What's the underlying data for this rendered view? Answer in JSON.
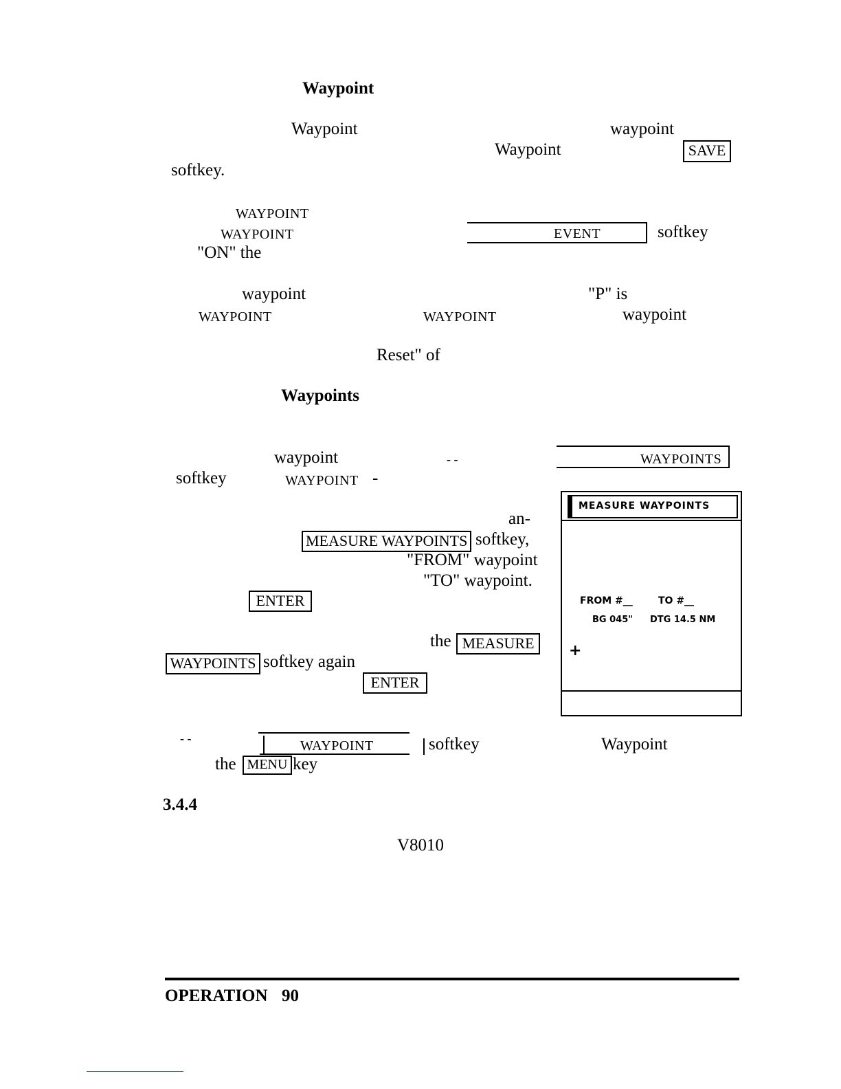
{
  "section_waypoint_heading": "Waypoint",
  "para1": {
    "word1": "Waypoint",
    "word2": "waypoint",
    "word3": "Waypoint",
    "save_key": "SAVE",
    "softkey": "softkey."
  },
  "para2": {
    "line1_waypoint": "WAYPOINT",
    "line2_waypoint": "WAYPOINT",
    "event_key": "EVENT",
    "softkey": "softkey",
    "on_the": "\"ON\" the"
  },
  "para3": {
    "waypoint": "waypoint",
    "p_is": "\"P\" is",
    "waypoint_sc1": "WAYPOINT",
    "waypoint_sc2": "WAYPOINT",
    "waypoint2": "waypoint"
  },
  "reset_of": "Reset\" of",
  "section_waypoints_heading": "Waypoints",
  "measure": {
    "waypoint": "waypoint",
    "dashes": "- -",
    "waypoints_key": "WAYPOINTS",
    "softkey": "softkey",
    "waypoint_sc": "WAYPOINT",
    "dash": "-",
    "an": "an-",
    "measure_waypoints_key": "MEASURE WAYPOINTS",
    "softkey_comma": "softkey,",
    "from_waypoint": "\"FROM\" waypoint",
    "to_waypoint": "\"TO\" waypoint.",
    "enter_key1": "ENTER",
    "the": "the",
    "measure_key": "MEASURE",
    "waypoints_key2": "WAYPOINTS",
    "softkey_again": "softkey again",
    "enter_key2": "ENTER"
  },
  "screen": {
    "title": "MEASURE WAYPOINTS",
    "from_label": "FROM #__",
    "to_label": "TO #__",
    "brg": "BG 045\"",
    "dtg": "DTG 14.5 NM",
    "cursor_symbol": "+"
  },
  "last_para": {
    "dashes": "-     -",
    "waypoint_key": "WAYPOINT",
    "softkey": "softkey",
    "waypoint": "Waypoint",
    "the": "the",
    "menu_key": "MENU",
    "key": "key"
  },
  "section_344": "3.4.4",
  "v8010": "V8010",
  "footer": {
    "label": "OPERATION",
    "page": "90"
  }
}
